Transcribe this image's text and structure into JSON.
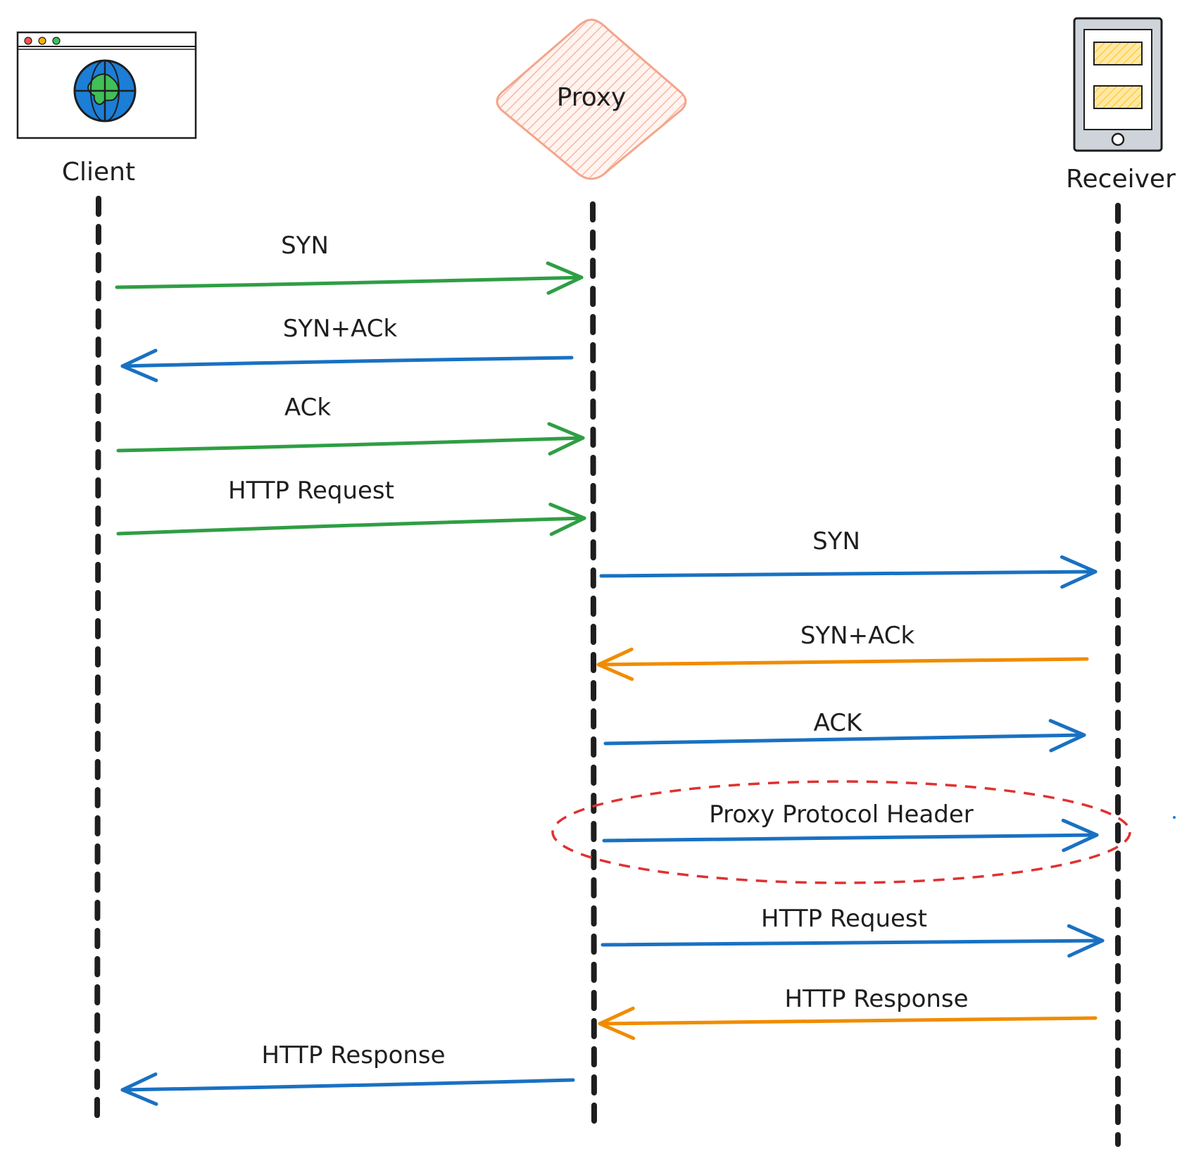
{
  "actors": [
    {
      "id": "client",
      "label": "Client"
    },
    {
      "id": "proxy",
      "label": "Proxy"
    },
    {
      "id": "receiver",
      "label": "Receiver"
    }
  ],
  "messages": [
    {
      "from": "client",
      "to": "proxy",
      "label": "SYN",
      "color": "#2f9e44"
    },
    {
      "from": "proxy",
      "to": "client",
      "label": "SYN+ACk",
      "color": "#1971c2"
    },
    {
      "from": "client",
      "to": "proxy",
      "label": "ACk",
      "color": "#2f9e44"
    },
    {
      "from": "client",
      "to": "proxy",
      "label": "HTTP Request",
      "color": "#2f9e44"
    },
    {
      "from": "proxy",
      "to": "receiver",
      "label": "SYN",
      "color": "#1971c2"
    },
    {
      "from": "receiver",
      "to": "proxy",
      "label": "SYN+ACk",
      "color": "#f08c00"
    },
    {
      "from": "proxy",
      "to": "receiver",
      "label": "ACK",
      "color": "#1971c2"
    },
    {
      "from": "proxy",
      "to": "receiver",
      "label": "Proxy Protocol Header",
      "color": "#1971c2",
      "highlighted": true
    },
    {
      "from": "proxy",
      "to": "receiver",
      "label": "HTTP Request",
      "color": "#1971c2"
    },
    {
      "from": "receiver",
      "to": "proxy",
      "label": "HTTP Response",
      "color": "#f08c00"
    },
    {
      "from": "proxy",
      "to": "client",
      "label": "HTTP Response",
      "color": "#1971c2"
    }
  ],
  "colors": {
    "ink": "#1e1e1e",
    "highlight": "#e03131",
    "proxy_fill": "#ffc9c9",
    "proxy_stroke": "#f4a58a",
    "globe_ocean": "#1c7ed6",
    "globe_land": "#40c057",
    "device_body": "#ced4da",
    "device_panel": "#ffd43b"
  },
  "icons": {
    "client": "browser-globe-icon",
    "proxy": "diamond-shape",
    "receiver": "mobile-device-icon"
  }
}
